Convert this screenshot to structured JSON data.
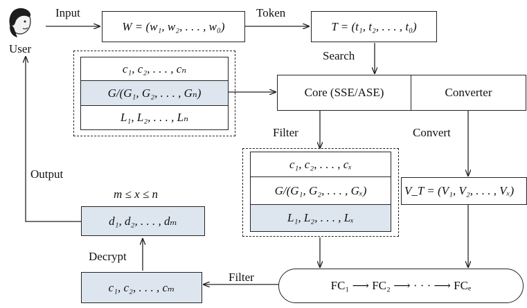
{
  "user": {
    "label": "User",
    "icon": "user-avatar-icon"
  },
  "edges": {
    "input": "Input",
    "token": "Token",
    "search": "Search",
    "filter_top": "Filter",
    "convert": "Convert",
    "output": "Output",
    "decrypt": "Decrypt",
    "filter_bottom": "Filter"
  },
  "nodes": {
    "w_box": "W = (w₁, w₂, . . . , w₀)",
    "t_box": "T = (t₁, t₂, . . . , t₀)",
    "index": {
      "row1": "c₁, c₂, . . . , cₙ",
      "row2": "G/(G₁, G₂, . . . , Gₙ)",
      "row3": "L₁, L₂, . . . , Lₙ"
    },
    "core": "Core (SSE/ASE)",
    "converter": "Converter",
    "filtered": {
      "row1": "c₁, c₂, . . . , cₓ",
      "row2": "G/(G₁, G₂, . . . , Gₓ)",
      "row3": "L₁, L₂, . . . , Lₓ"
    },
    "vt_box": "V_T = (V₁, V₂, . . . , Vₓ)",
    "condition": "m ≤ x ≤ n",
    "d_box": "d₁, d₂, . . . , dₘ",
    "c_box": "c₁, c₂, . . . , cₘ",
    "fc_chain": "FC₁ ⟶ FC₂ ⟶ · · · ⟶ FCₑ"
  },
  "colors": {
    "shade": "#dde6ef",
    "stroke": "#222222"
  }
}
